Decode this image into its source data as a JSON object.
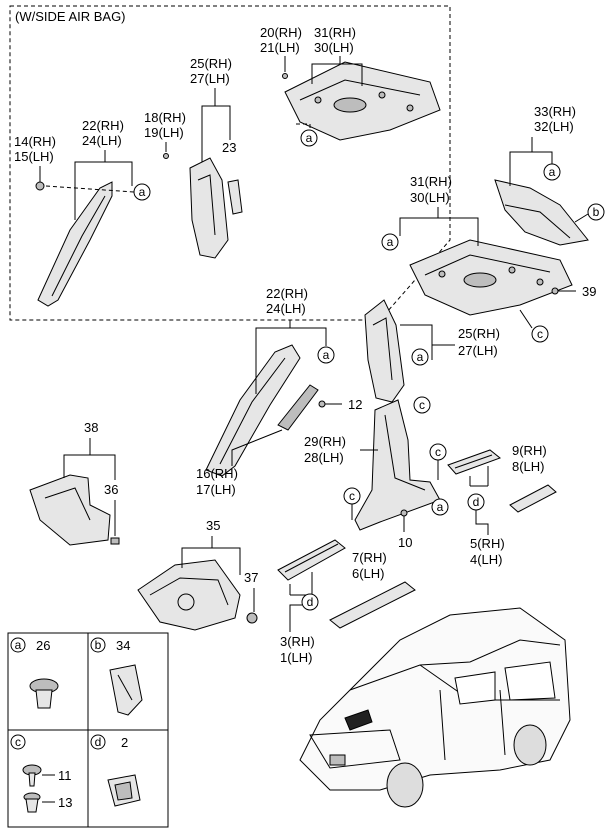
{
  "header": {
    "side_airbag": "(W/SIDE AIR BAG)"
  },
  "labels": {
    "p20": "20(RH)",
    "p21": "21(LH)",
    "p31a": "31(RH)",
    "p30a": "30(LH)",
    "p25a": "25(RH)",
    "p27a": "27(LH)",
    "p18": "18(RH)",
    "p19": "19(LH)",
    "p23": "23",
    "p14": "14(RH)",
    "p15": "15(LH)",
    "p22a": "22(RH)",
    "p24a": "24(LH)",
    "p33": "33(RH)",
    "p32": "32(LH)",
    "p31b": "31(RH)",
    "p30b": "30(LH)",
    "p39": "39",
    "p22b": "22(RH)",
    "p24b": "24(LH)",
    "p25b": "25(RH)",
    "p27b": "27(LH)",
    "p12": "12",
    "p16": "16(RH)",
    "p17": "17(LH)",
    "p29": "29(RH)",
    "p28": "28(LH)",
    "p9": "9(RH)",
    "p8": "8(LH)",
    "p38": "38",
    "p36": "36",
    "p10": "10",
    "p5": "5(RH)",
    "p4": "4(LH)",
    "p35": "35",
    "p37": "37",
    "p7": "7(RH)",
    "p6": "6(LH)",
    "p3": "3(RH)",
    "p1": "1(LH)"
  },
  "callouts": {
    "a": "a",
    "b": "b",
    "c": "c",
    "d": "d"
  },
  "legend": {
    "a_part": "26",
    "b_part": "34",
    "c_part1": "11",
    "c_part2": "13",
    "d_part": "2"
  }
}
